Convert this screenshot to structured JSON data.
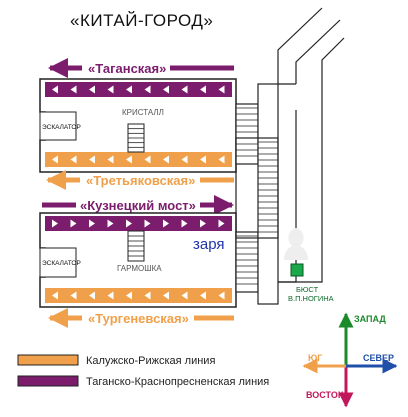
{
  "title": "«КИТАЙ-ГОРОД»",
  "colors": {
    "kaluzhsko": "#f0a04b",
    "tagansko": "#7b1c6c",
    "stroke": "#222222",
    "compass_north": "#1f4fa8",
    "compass_west": "#1a8a2a",
    "compass_south": "#c2185b",
    "compass_east_south": "#f0a04b",
    "zarya": "#2233aa",
    "bust": "#1aa84a"
  },
  "directions": {
    "taganskaya": "«Таганская»",
    "tretyakovskaya": "«Третьяковская»",
    "kuznetsky": "«Кузнецкий мост»",
    "turgenevskaya": "«Тургеневская»"
  },
  "labels": {
    "escalator_top": "ЭСКАЛАТОР",
    "escalator_bottom": "ЭСКАЛАТОР",
    "hall_top": "КРИСТАЛЛ",
    "hall_bottom": "ГАРМОШКА",
    "zarya": "заря",
    "bust_line1": "БЮСТ",
    "bust_line2": "В.П.НОГИНА"
  },
  "legend": [
    {
      "label": "Калужско-Рижская линия",
      "color_key": "kaluzhsko"
    },
    {
      "label": "Таганско-Краснопресненская линия",
      "color_key": "tagansko"
    }
  ],
  "compass": {
    "north": "ЗАПАД",
    "south": "ВОСТОК",
    "east": "СЕВЕР",
    "west": "ЮГ"
  }
}
